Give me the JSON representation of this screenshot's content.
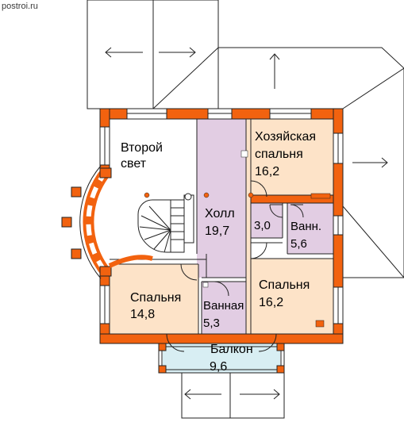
{
  "watermark": "postroi.ru",
  "rooms": {
    "vtoroy_svet": {
      "line1": "Второй",
      "line2": "свет"
    },
    "hall": {
      "name": "Холл",
      "area": "19,7"
    },
    "master": {
      "line1": "Хозяйская",
      "line2": "спальня",
      "area": "16,2"
    },
    "closet": {
      "area": "3,0"
    },
    "bath_small": {
      "name": "Ванн.",
      "area": "5,6"
    },
    "bedroom_left": {
      "name": "Спальня",
      "area": "14,8"
    },
    "bath": {
      "name": "Ванная",
      "area": "5,3"
    },
    "bedroom_right": {
      "name": "Спальня",
      "area": "16,2"
    },
    "balcony": {
      "name": "Балкон",
      "area": "9,6"
    }
  },
  "colors": {
    "wall": "#f2620f",
    "bedroom_fill": "#fde3c8",
    "hall_fill": "#e2cde3",
    "balcony_fill": "#d8eef3",
    "line": "#222222",
    "window": "#ffffff"
  }
}
